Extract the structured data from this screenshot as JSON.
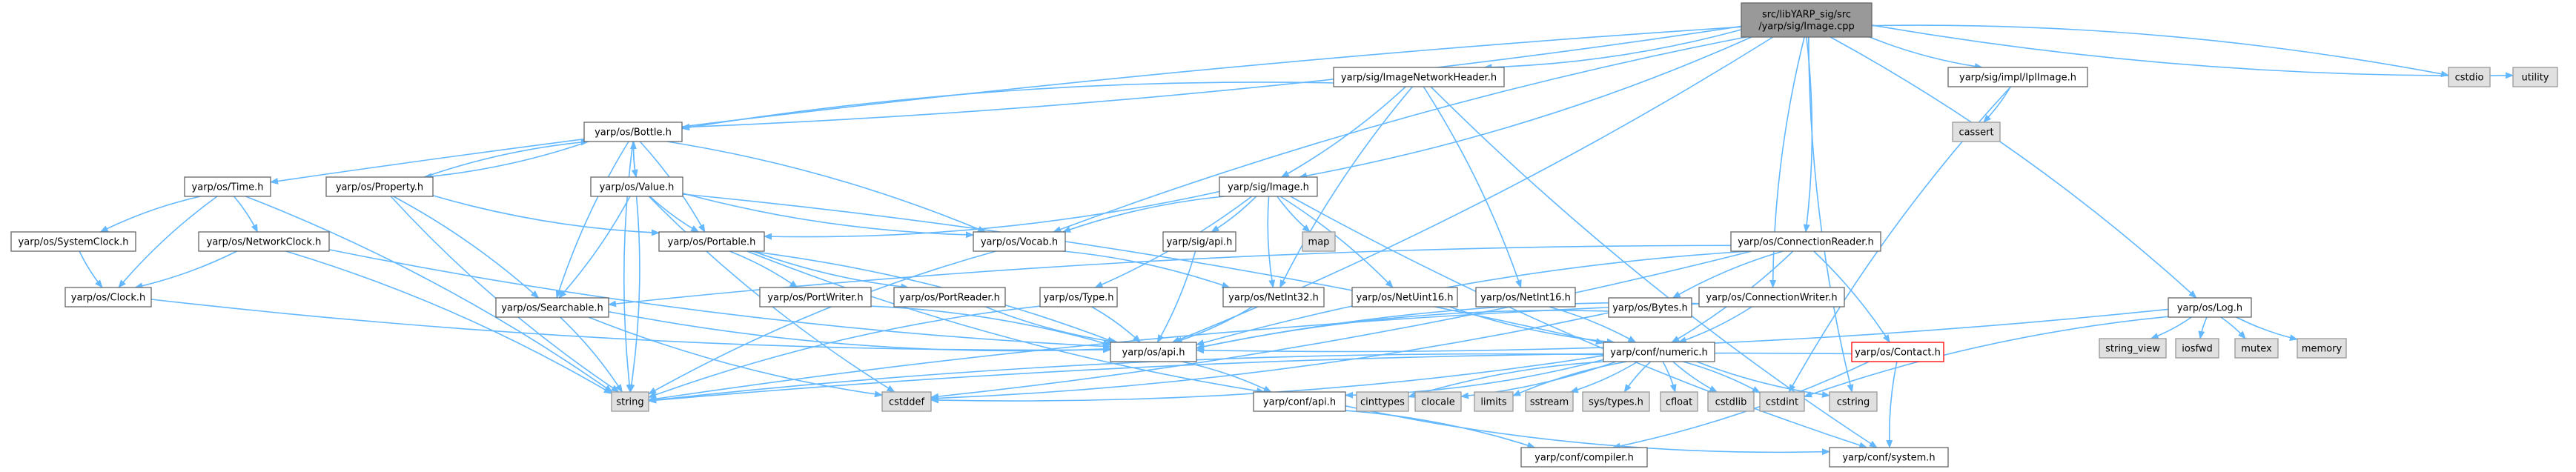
{
  "chart_data": {
    "type": "diagram",
    "nodes": [
      {
        "id": "root",
        "lines": [
          "src/libYARP_sig/src",
          "/yarp/sig/Image.cpp"
        ],
        "style": "root"
      },
      {
        "id": "imageNetHeader",
        "lines": [
          "yarp/sig/ImageNetworkHeader.h"
        ],
        "style": "file"
      },
      {
        "id": "iplImage",
        "lines": [
          "yarp/sig/impl/IplImage.h"
        ],
        "style": "file"
      },
      {
        "id": "cstdio",
        "lines": [
          "cstdio"
        ],
        "style": "system"
      },
      {
        "id": "utility",
        "lines": [
          "utility"
        ],
        "style": "system"
      },
      {
        "id": "bottle",
        "lines": [
          "yarp/os/Bottle.h"
        ],
        "style": "file"
      },
      {
        "id": "cassert",
        "lines": [
          "cassert"
        ],
        "style": "system"
      },
      {
        "id": "time",
        "lines": [
          "yarp/os/Time.h"
        ],
        "style": "file"
      },
      {
        "id": "property",
        "lines": [
          "yarp/os/Property.h"
        ],
        "style": "file"
      },
      {
        "id": "image",
        "lines": [
          "yarp/sig/Image.h"
        ],
        "style": "file"
      },
      {
        "id": "value",
        "lines": [
          "yarp/os/Value.h"
        ],
        "style": "file"
      },
      {
        "id": "systemClock",
        "lines": [
          "yarp/os/SystemClock.h"
        ],
        "style": "file"
      },
      {
        "id": "networkClock",
        "lines": [
          "yarp/os/NetworkClock.h"
        ],
        "style": "file"
      },
      {
        "id": "portable",
        "lines": [
          "yarp/os/Portable.h"
        ],
        "style": "file"
      },
      {
        "id": "vocab",
        "lines": [
          "yarp/os/Vocab.h"
        ],
        "style": "file"
      },
      {
        "id": "sigApi",
        "lines": [
          "yarp/sig/api.h"
        ],
        "style": "file"
      },
      {
        "id": "map",
        "lines": [
          "map"
        ],
        "style": "system"
      },
      {
        "id": "connectionReader",
        "lines": [
          "yarp/os/ConnectionReader.h"
        ],
        "style": "file"
      },
      {
        "id": "log",
        "lines": [
          "yarp/os/Log.h"
        ],
        "style": "file"
      },
      {
        "id": "clock",
        "lines": [
          "yarp/os/Clock.h"
        ],
        "style": "file"
      },
      {
        "id": "searchable",
        "lines": [
          "yarp/os/Searchable.h"
        ],
        "style": "file"
      },
      {
        "id": "portWriter",
        "lines": [
          "yarp/os/PortWriter.h"
        ],
        "style": "file"
      },
      {
        "id": "portReader",
        "lines": [
          "yarp/os/PortReader.h"
        ],
        "style": "file"
      },
      {
        "id": "type",
        "lines": [
          "yarp/os/Type.h"
        ],
        "style": "file"
      },
      {
        "id": "netInt32",
        "lines": [
          "yarp/os/NetInt32.h"
        ],
        "style": "file"
      },
      {
        "id": "netUint16",
        "lines": [
          "yarp/os/NetUint16.h"
        ],
        "style": "file"
      },
      {
        "id": "netInt16",
        "lines": [
          "yarp/os/NetInt16.h"
        ],
        "style": "file"
      },
      {
        "id": "bytes",
        "lines": [
          "yarp/os/Bytes.h"
        ],
        "style": "file"
      },
      {
        "id": "connectionWriter",
        "lines": [
          "yarp/os/ConnectionWriter.h"
        ],
        "style": "file"
      },
      {
        "id": "stringView",
        "lines": [
          "string_view"
        ],
        "style": "system"
      },
      {
        "id": "iosfwd",
        "lines": [
          "iosfwd"
        ],
        "style": "system"
      },
      {
        "id": "mutex",
        "lines": [
          "mutex"
        ],
        "style": "system"
      },
      {
        "id": "memory",
        "lines": [
          "memory"
        ],
        "style": "system"
      },
      {
        "id": "osApi",
        "lines": [
          "yarp/os/api.h"
        ],
        "style": "file"
      },
      {
        "id": "numeric",
        "lines": [
          "yarp/conf/numeric.h"
        ],
        "style": "file"
      },
      {
        "id": "contact",
        "lines": [
          "yarp/os/Contact.h"
        ],
        "style": "highlight"
      },
      {
        "id": "string",
        "lines": [
          "string"
        ],
        "style": "system"
      },
      {
        "id": "cstddef",
        "lines": [
          "cstddef"
        ],
        "style": "system"
      },
      {
        "id": "confApi",
        "lines": [
          "yarp/conf/api.h"
        ],
        "style": "file"
      },
      {
        "id": "cinttypes",
        "lines": [
          "cinttypes"
        ],
        "style": "system"
      },
      {
        "id": "clocale",
        "lines": [
          "clocale"
        ],
        "style": "system"
      },
      {
        "id": "limits",
        "lines": [
          "limits"
        ],
        "style": "system"
      },
      {
        "id": "sstream",
        "lines": [
          "sstream"
        ],
        "style": "system"
      },
      {
        "id": "sysTypes",
        "lines": [
          "sys/types.h"
        ],
        "style": "system"
      },
      {
        "id": "cfloat",
        "lines": [
          "cfloat"
        ],
        "style": "system"
      },
      {
        "id": "cstdlib",
        "lines": [
          "cstdlib"
        ],
        "style": "system"
      },
      {
        "id": "cstdint",
        "lines": [
          "cstdint"
        ],
        "style": "system"
      },
      {
        "id": "cstring",
        "lines": [
          "cstring"
        ],
        "style": "system"
      },
      {
        "id": "compiler",
        "lines": [
          "yarp/conf/compiler.h"
        ],
        "style": "file"
      },
      {
        "id": "system",
        "lines": [
          "yarp/conf/system.h"
        ],
        "style": "file"
      }
    ],
    "edges": [
      [
        "root",
        "imageNetHeader"
      ],
      [
        "root",
        "iplImage"
      ],
      [
        "root",
        "cstdio"
      ],
      [
        "root",
        "utility"
      ],
      [
        "root",
        "bottle"
      ],
      [
        "root",
        "time"
      ],
      [
        "root",
        "image"
      ],
      [
        "root",
        "vocab"
      ],
      [
        "root",
        "connectionReader"
      ],
      [
        "root",
        "connectionWriter"
      ],
      [
        "root",
        "log"
      ],
      [
        "root",
        "cstring"
      ],
      [
        "root",
        "osApi"
      ],
      [
        "imageNetHeader",
        "bottle"
      ],
      [
        "imageNetHeader",
        "image"
      ],
      [
        "imageNetHeader",
        "netInt32"
      ],
      [
        "imageNetHeader",
        "netInt16"
      ],
      [
        "imageNetHeader",
        "system"
      ],
      [
        "iplImage",
        "cassert"
      ],
      [
        "iplImage",
        "cstdint"
      ],
      [
        "bottle",
        "property"
      ],
      [
        "bottle",
        "value"
      ],
      [
        "bottle",
        "portable"
      ],
      [
        "bottle",
        "searchable"
      ],
      [
        "bottle",
        "vocab"
      ],
      [
        "bottle",
        "string"
      ],
      [
        "property",
        "bottle"
      ],
      [
        "property",
        "portable"
      ],
      [
        "property",
        "searchable"
      ],
      [
        "property",
        "string"
      ],
      [
        "value",
        "bottle"
      ],
      [
        "value",
        "portable"
      ],
      [
        "value",
        "searchable"
      ],
      [
        "value",
        "vocab"
      ],
      [
        "value",
        "string"
      ],
      [
        "value",
        "cstddef"
      ],
      [
        "value",
        "numeric"
      ],
      [
        "time",
        "systemClock"
      ],
      [
        "time",
        "networkClock"
      ],
      [
        "time",
        "clock"
      ],
      [
        "time",
        "string"
      ],
      [
        "systemClock",
        "clock"
      ],
      [
        "networkClock",
        "clock"
      ],
      [
        "networkClock",
        "osApi"
      ],
      [
        "networkClock",
        "string"
      ],
      [
        "clock",
        "osApi"
      ],
      [
        "image",
        "portable"
      ],
      [
        "image",
        "vocab"
      ],
      [
        "image",
        "sigApi"
      ],
      [
        "image",
        "map"
      ],
      [
        "image",
        "type"
      ],
      [
        "image",
        "netInt32"
      ],
      [
        "image",
        "netUint16"
      ],
      [
        "image",
        "system"
      ],
      [
        "portable",
        "portWriter"
      ],
      [
        "portable",
        "portReader"
      ],
      [
        "portable",
        "osApi"
      ],
      [
        "portable",
        "confApi"
      ],
      [
        "vocab",
        "netInt32"
      ],
      [
        "vocab",
        "string"
      ],
      [
        "sigApi",
        "osApi"
      ],
      [
        "searchable",
        "osApi"
      ],
      [
        "searchable",
        "string"
      ],
      [
        "searchable",
        "cstddef"
      ],
      [
        "portWriter",
        "osApi"
      ],
      [
        "portReader",
        "osApi"
      ],
      [
        "type",
        "osApi"
      ],
      [
        "type",
        "string"
      ],
      [
        "netInt32",
        "osApi"
      ],
      [
        "netUint16",
        "numeric"
      ],
      [
        "netInt16",
        "numeric"
      ],
      [
        "connectionReader",
        "bytes"
      ],
      [
        "connectionReader",
        "contact"
      ],
      [
        "connectionReader",
        "searchable"
      ],
      [
        "connectionReader",
        "numeric"
      ],
      [
        "connectionReader",
        "osApi"
      ],
      [
        "connectionReader",
        "cstddef"
      ],
      [
        "bytes",
        "osApi"
      ],
      [
        "bytes",
        "cstddef"
      ],
      [
        "connectionWriter",
        "osApi"
      ],
      [
        "connectionWriter",
        "numeric"
      ],
      [
        "connectionWriter",
        "string"
      ],
      [
        "log",
        "stringView"
      ],
      [
        "log",
        "iosfwd"
      ],
      [
        "log",
        "mutex"
      ],
      [
        "log",
        "memory"
      ],
      [
        "log",
        "osApi"
      ],
      [
        "log",
        "cstdint"
      ],
      [
        "osApi",
        "confApi"
      ],
      [
        "numeric",
        "string"
      ],
      [
        "numeric",
        "cstddef"
      ],
      [
        "numeric",
        "cinttypes"
      ],
      [
        "numeric",
        "clocale"
      ],
      [
        "numeric",
        "limits"
      ],
      [
        "numeric",
        "sstream"
      ],
      [
        "numeric",
        "sysTypes"
      ],
      [
        "numeric",
        "cfloat"
      ],
      [
        "numeric",
        "cstdlib"
      ],
      [
        "numeric",
        "cstdint"
      ],
      [
        "numeric",
        "cstring"
      ],
      [
        "numeric",
        "confApi"
      ],
      [
        "contact",
        "string"
      ],
      [
        "contact",
        "compiler"
      ],
      [
        "contact",
        "system"
      ],
      [
        "confApi",
        "compiler"
      ],
      [
        "confApi",
        "system"
      ]
    ]
  },
  "colors": {
    "edge": "#63b8ff",
    "file_fill": "#ffffff",
    "file_border": "#666666",
    "system_fill": "#e0e0e0",
    "system_border": "#999999",
    "root_fill": "#999999",
    "root_border": "#666666",
    "highlight_fill": "#ffffff",
    "highlight_border": "#ff0000"
  }
}
